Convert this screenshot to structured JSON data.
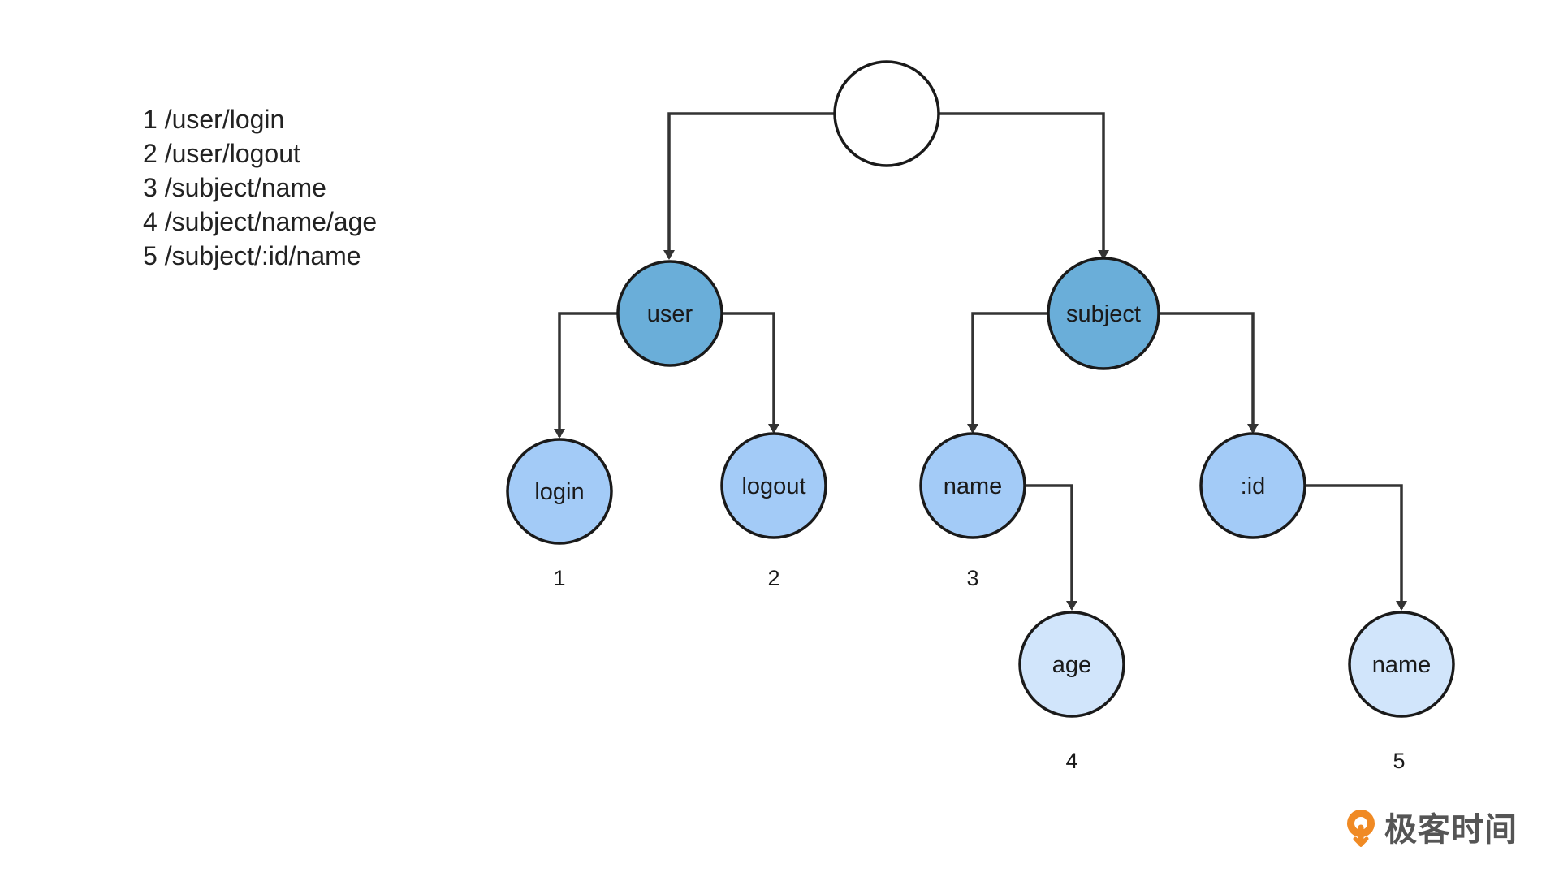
{
  "routes": [
    "1 /user/login",
    "2 /user/logout",
    "3 /subject/name",
    "4 /subject/name/age",
    "5 /subject/:id/name"
  ],
  "tree": {
    "root": {
      "label": ""
    },
    "user": {
      "label": "user"
    },
    "subject": {
      "label": "subject"
    },
    "login": {
      "label": "login",
      "route_index": "1"
    },
    "logout": {
      "label": "logout",
      "route_index": "2"
    },
    "name": {
      "label": "name",
      "route_index": "3"
    },
    "id": {
      "label": ":id"
    },
    "age": {
      "label": "age",
      "route_index": "4"
    },
    "id_name": {
      "label": "name",
      "route_index": "5"
    }
  },
  "colors": {
    "root_fill": "#ffffff",
    "level1_fill": "#6aaed9",
    "level2_fill": "#a3cbf7",
    "level3_fill": "#d1e5fb",
    "brand_orange": "#f08a24"
  },
  "brand": {
    "text": "极客时间",
    "icon": "geektime-logo-icon"
  }
}
